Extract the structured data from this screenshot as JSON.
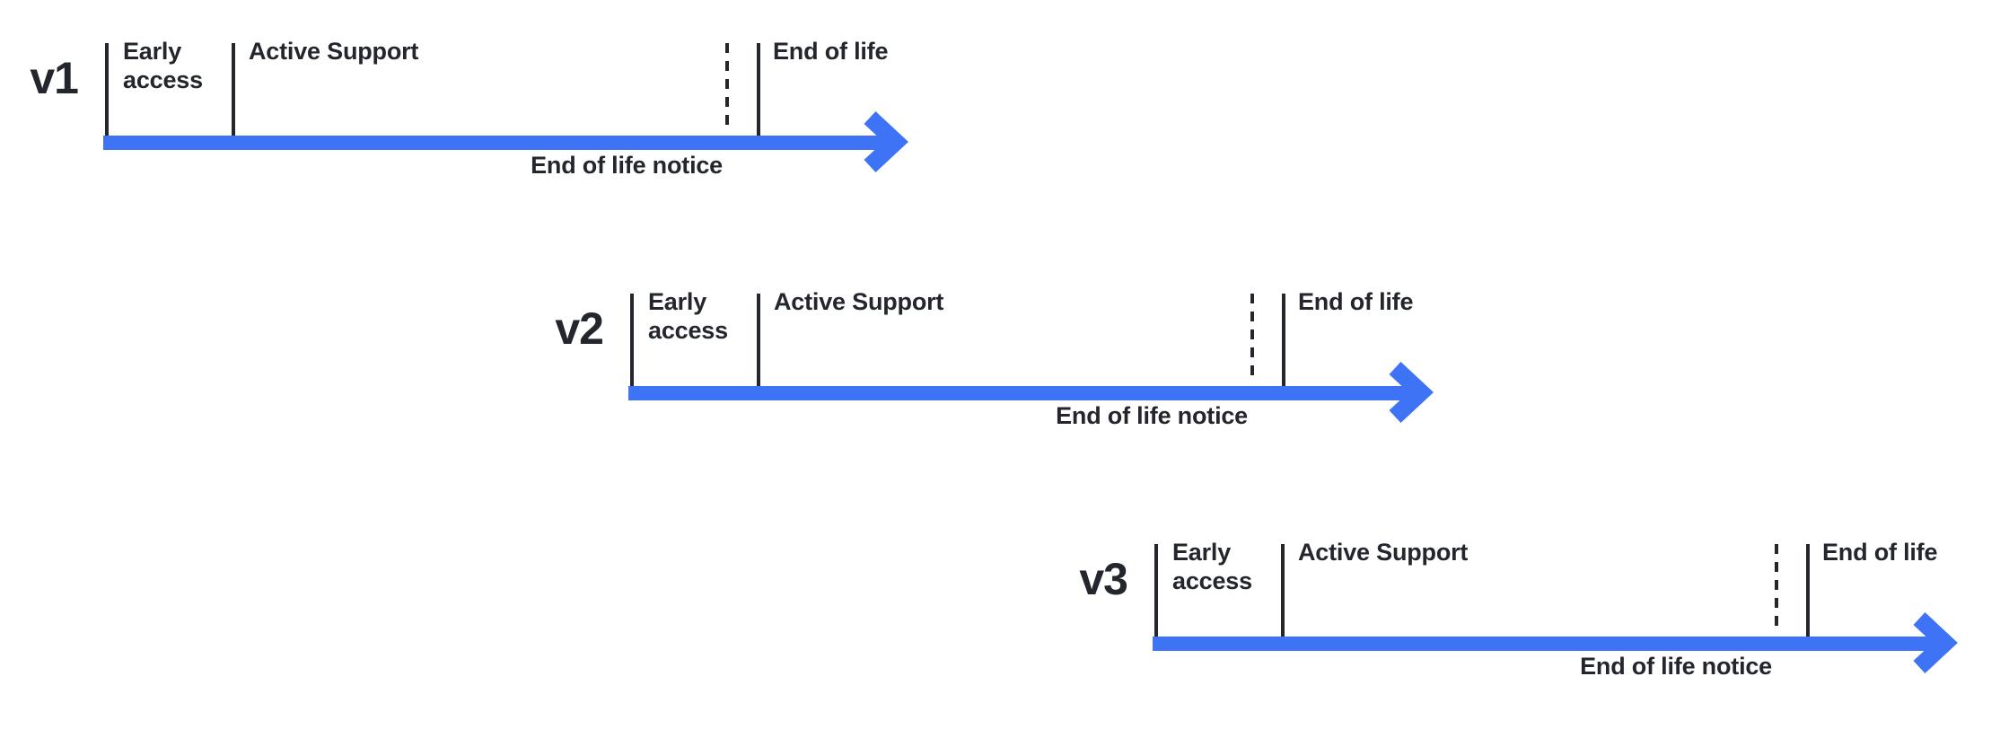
{
  "colors": {
    "background": "#ffffff",
    "ink": "#23262d",
    "blue": "#3e73f5"
  },
  "timelines": [
    {
      "version": "v1",
      "labels": {
        "early_access": "Early access",
        "active_support": "Active Support",
        "end_of_life": "End of life",
        "end_of_life_notice": "End of life notice"
      }
    },
    {
      "version": "v2",
      "labels": {
        "early_access": "Early access",
        "active_support": "Active Support",
        "end_of_life": "End of life",
        "end_of_life_notice": "End of life notice"
      }
    },
    {
      "version": "v3",
      "labels": {
        "early_access": "Early access",
        "active_support": "Active Support",
        "end_of_life": "End of life",
        "end_of_life_notice": "End of life notice"
      }
    }
  ]
}
